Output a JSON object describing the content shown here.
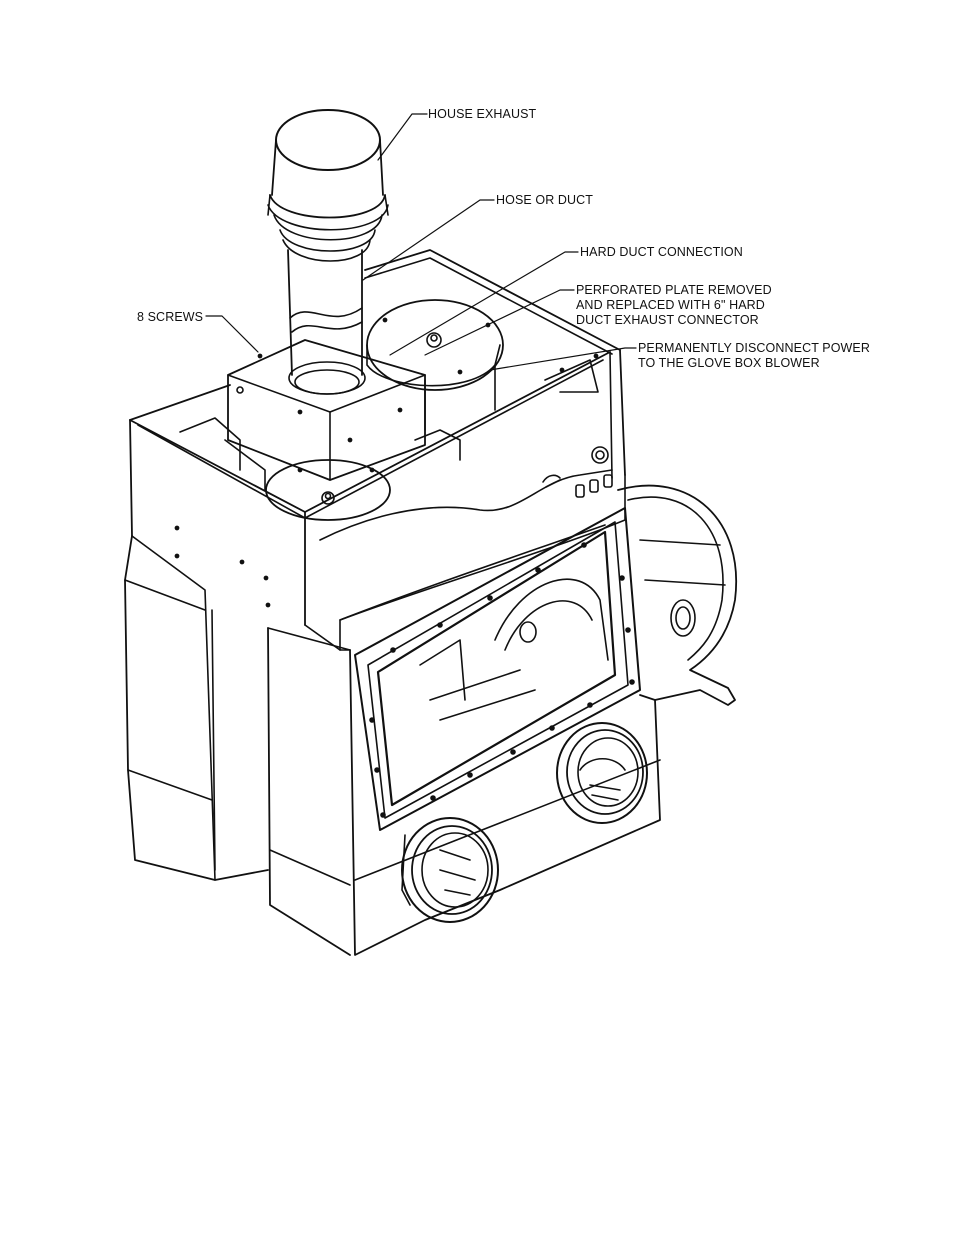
{
  "labels": {
    "house_exhaust": "HOUSE EXHAUST",
    "hose_or_duct": "HOSE OR DUCT",
    "hard_duct_connection": "HARD DUCT CONNECTION",
    "perforated_plate": [
      "PERFORATED PLATE REMOVED",
      "AND REPLACED WITH 6\" HARD",
      "DUCT EXHAUST CONNECTOR"
    ],
    "disconnect_power": [
      "PERMANENTLY DISCONNECT POWER",
      "TO THE GLOVE BOX BLOWER"
    ],
    "screws": "8 SCREWS"
  },
  "colors": {
    "line": "#111111",
    "background": "#ffffff"
  }
}
